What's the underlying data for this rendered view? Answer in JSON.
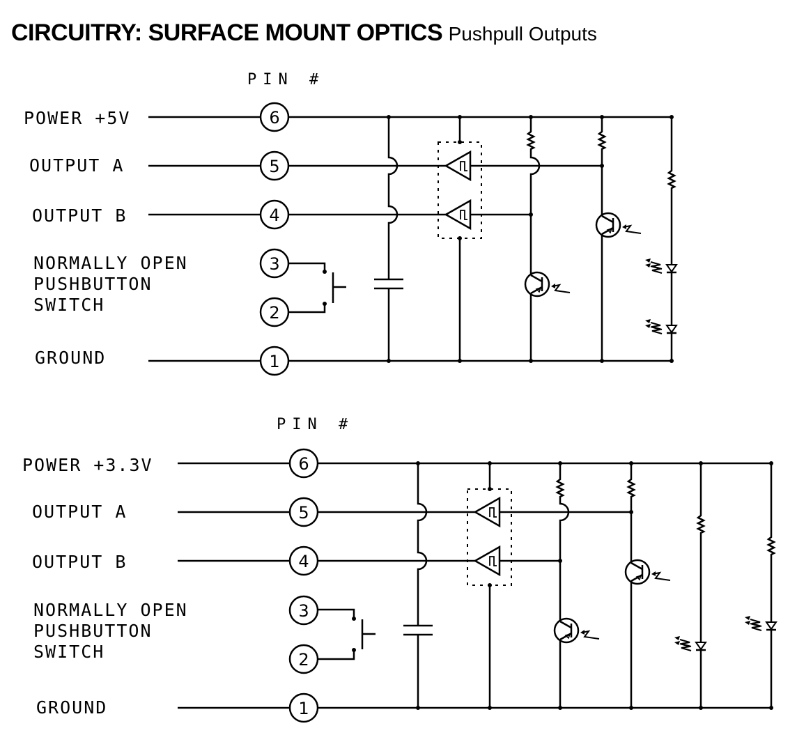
{
  "title": {
    "main": "CIRCUITRY: SURFACE MOUNT OPTICS",
    "subtitle": "Pushpull Outputs"
  },
  "colors": {
    "ink": "#000000",
    "background": "#ffffff"
  },
  "circuits": [
    {
      "pin_header": "PIN #",
      "signals": [
        {
          "label": "POWER +5V",
          "pin": "6"
        },
        {
          "label": "OUTPUT A",
          "pin": "5"
        },
        {
          "label": "OUTPUT B",
          "pin": "4"
        },
        {
          "label_lines": [
            "NORMALLY OPEN",
            "PUSHBUTTON",
            "SWITCH"
          ],
          "pins": [
            "3",
            "2"
          ]
        },
        {
          "label": "GROUND",
          "pin": "1"
        }
      ],
      "components": [
        "decoupling-capacitor",
        "dual-schmitt-buffer",
        "pull-up-resistor",
        "phototransistor",
        "pull-up-resistor",
        "phototransistor",
        "led-resistor",
        "led",
        "led"
      ]
    },
    {
      "pin_header": "PIN #",
      "signals": [
        {
          "label": "POWER +3.3V",
          "pin": "6"
        },
        {
          "label": "OUTPUT A",
          "pin": "5"
        },
        {
          "label": "OUTPUT B",
          "pin": "4"
        },
        {
          "label_lines": [
            "NORMALLY OPEN",
            "PUSHBUTTON",
            "SWITCH"
          ],
          "pins": [
            "3",
            "2"
          ]
        },
        {
          "label": "GROUND",
          "pin": "1"
        }
      ],
      "components": [
        "decoupling-capacitor",
        "dual-schmitt-buffer",
        "pull-up-resistor",
        "phototransistor",
        "pull-up-resistor",
        "phototransistor",
        "led-resistor",
        "led",
        "led-resistor",
        "led"
      ]
    }
  ]
}
